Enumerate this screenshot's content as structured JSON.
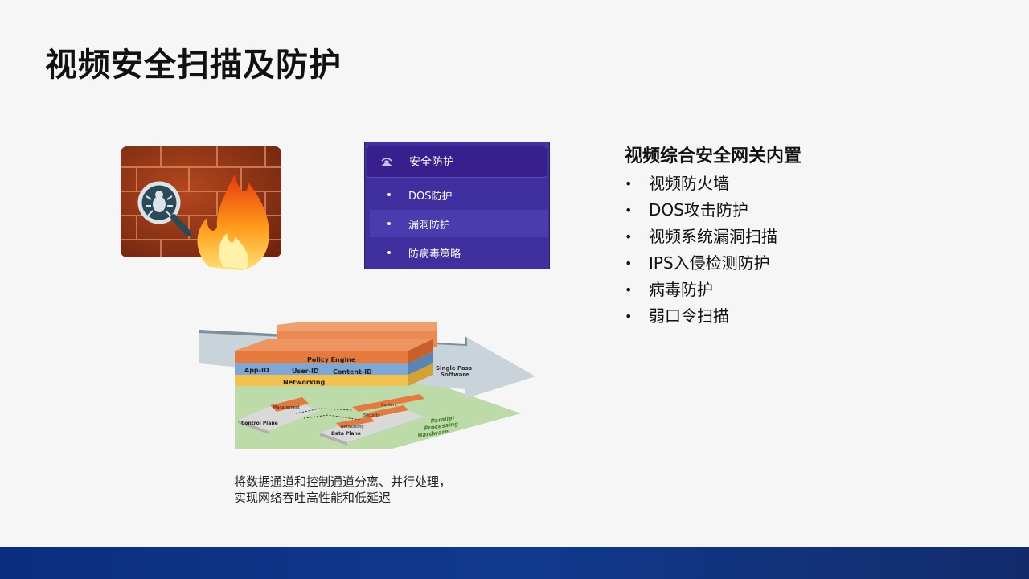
{
  "slide": {
    "title": "视频安全扫描及防护"
  },
  "menu": {
    "header": "安全防护",
    "items": [
      {
        "label": "DOS防护",
        "active": false
      },
      {
        "label": "漏洞防护",
        "active": true
      },
      {
        "label": "防病毒策略",
        "active": false
      }
    ]
  },
  "diagram": {
    "policy_engine": "Policy Engine",
    "app_id": "App-ID",
    "user_id": "User-ID",
    "content_id": "Content-ID",
    "networking": "Networking",
    "single_pass_line1": "Single Pass",
    "single_pass_line2": "Software",
    "management": "Management",
    "content": "Content",
    "security": "Security",
    "networking_hw": "Networking",
    "control_plane": "Control Plane",
    "data_plane": "Data Plane",
    "parallel_line1": "Parallel",
    "parallel_line2": "Processing",
    "parallel_line3": "Hardware"
  },
  "caption": {
    "line1": "将数据通道和控制通道分离、并行处理，",
    "line2": "实现网络吞吐高性能和低延迟"
  },
  "features": {
    "title": "视频综合安全网关内置",
    "bullet": "•",
    "items": [
      "视频防火墙",
      "DOS攻击防护",
      "视频系统漏洞扫描",
      "IPS入侵检测防护",
      "病毒防护",
      "弱口令扫描"
    ]
  },
  "colors": {
    "menu_bg": "#3f2f9f",
    "footer": "#0a2e7d",
    "brick": "#a8401a"
  },
  "icons": [
    "bug-magnifier-icon",
    "flame-icon",
    "shield-signal-icon"
  ]
}
